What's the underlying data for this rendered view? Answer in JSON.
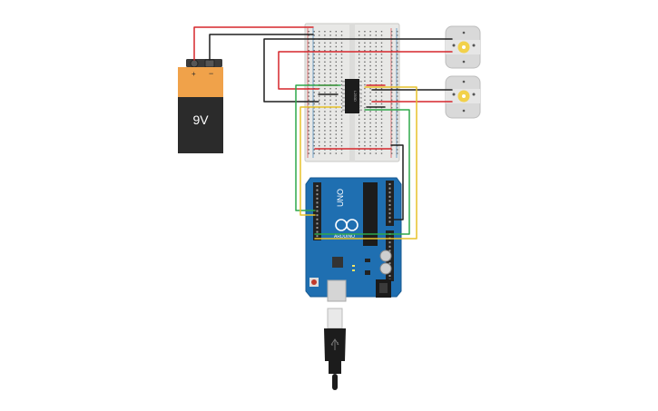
{
  "battery": {
    "label": "9V",
    "plus": "+",
    "minus": "−"
  },
  "ic": {
    "label": "L293D"
  },
  "arduino": {
    "brand": "UNO",
    "sub": "ARDUINO"
  },
  "colors": {
    "wire_red": "#d6262b",
    "wire_black": "#1f1f1f",
    "wire_green": "#2fa84a",
    "wire_yellow": "#e7c22a",
    "battery_orange": "#f0a24a",
    "battery_body": "#2b2b2b",
    "board_blue": "#1f6fb1",
    "breadboard": "#e9e9e7",
    "motor_body": "#d9d9d9",
    "motor_shaft": "#f2d14a"
  },
  "icons": [
    "battery-icon",
    "motor-icon",
    "usb-cable-icon",
    "ic-chip-icon"
  ]
}
